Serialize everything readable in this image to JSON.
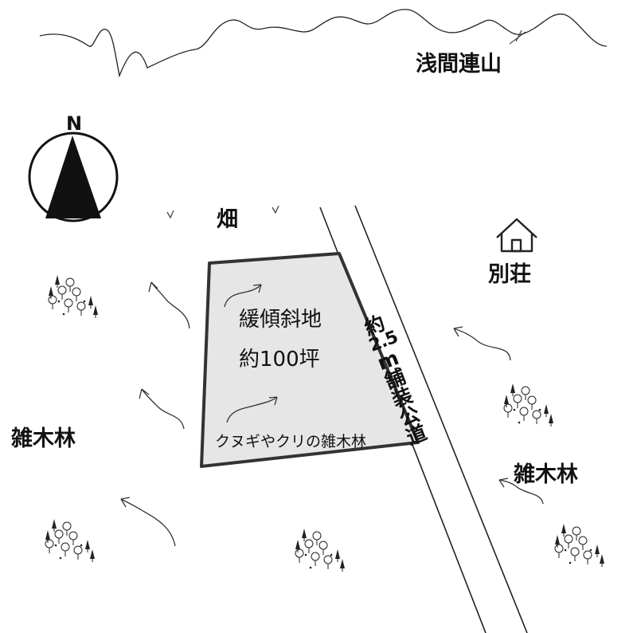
{
  "labels": {
    "mountains": "浅間連山",
    "field": "畑",
    "villa": "別荘",
    "woods_left": "雑木林",
    "woods_right": "雑木林",
    "north": "N"
  },
  "lot": {
    "line1": "緩傾斜地",
    "line2": "約100坪",
    "note": "クヌギやクリの雑木林"
  },
  "road": {
    "label": "約2.5m舗装公道",
    "chars": [
      "約",
      "2.5",
      "m",
      "舗",
      "装",
      "公",
      "道"
    ]
  },
  "icons": {
    "compass": "north-arrow-icon",
    "house": "house-icon",
    "tree_cluster": "tree-cluster-icon",
    "slope_arrow": "slope-arrow-icon",
    "field_mark": "field-mark-icon"
  },
  "colors": {
    "ink": "#1a1a1a",
    "lot_fill": "#e6e6e6",
    "lot_border": "#333333"
  }
}
